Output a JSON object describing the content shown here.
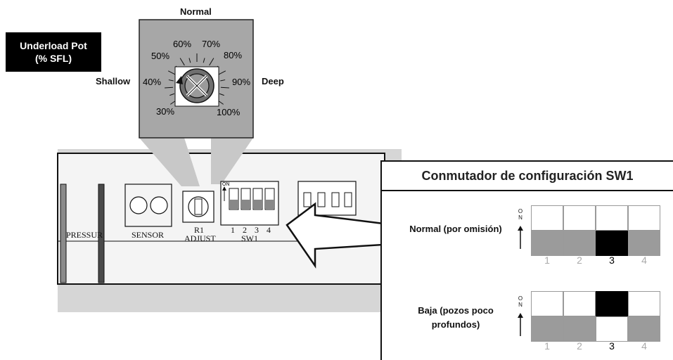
{
  "pot": {
    "label_line1": "Underload Pot",
    "label_line2": "(% SFL)",
    "normal": "Normal",
    "shallow": "Shallow",
    "deep": "Deep",
    "scale": [
      "30%",
      "40%",
      "50%",
      "60%",
      "70%",
      "80%",
      "90%",
      "100%"
    ]
  },
  "board": {
    "pressure": "PRESSUR",
    "sensor": "SENSOR",
    "r1": "R1",
    "adjust": "ADJUST",
    "sw1": "SW1",
    "on": "ON",
    "switch_numbers": [
      "1",
      "2",
      "3",
      "4"
    ]
  },
  "sw_config": {
    "title": "Conmutador de configuración SW1",
    "on_label": "ON",
    "columns": [
      "1",
      "2",
      "3",
      "4"
    ],
    "rows": [
      {
        "label_line1": "Normal (por omisión)",
        "label_line2": "",
        "switch_on": [
          false,
          false,
          false,
          false
        ],
        "selected_col": 3
      },
      {
        "label_line1": "Baja (pozos poco",
        "label_line2": "profundos)",
        "switch_on": [
          false,
          false,
          true,
          false
        ],
        "selected_col": 3
      }
    ]
  },
  "colors": {
    "panel_gray": "#a7a7a7",
    "board_gray": "#d6d6d6",
    "cell_gray": "#9b9b9b",
    "black": "#000000"
  }
}
